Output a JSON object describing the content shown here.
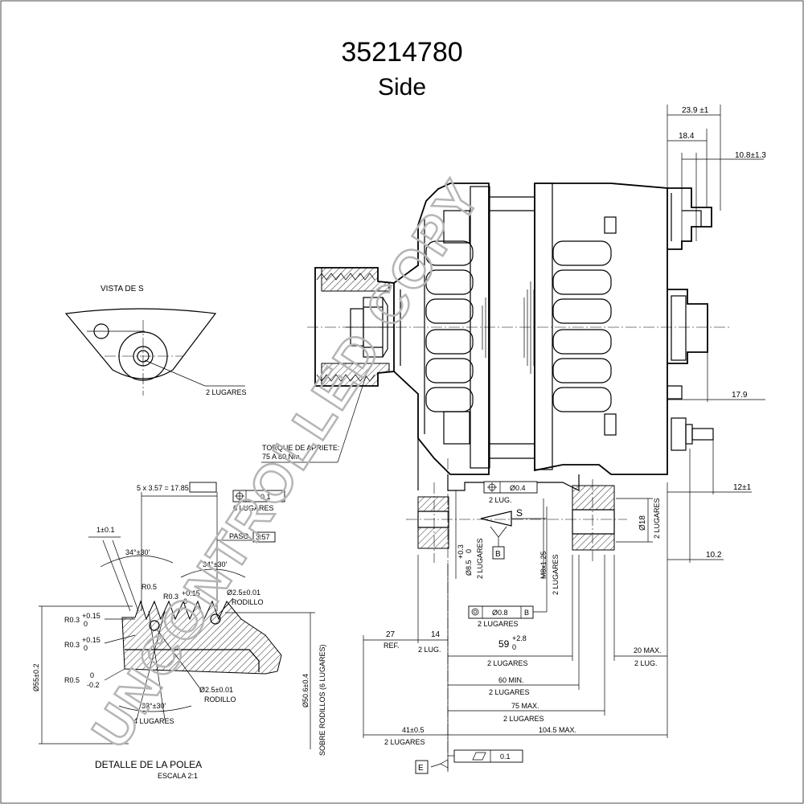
{
  "header": {
    "part_number": "35214780",
    "view_name": "Side"
  },
  "watermark": "UNCONTROLLED COPY",
  "vista": {
    "title": "VISTA DE S",
    "note": "2 LUGARES"
  },
  "torque": {
    "line1": "TORQUE DE APRIETE:",
    "line2": "75 A 80 Nm"
  },
  "top_dims": {
    "d1": "23.9 ±1",
    "d2": "18.4",
    "d3": "10.8±1.3",
    "d4": "17.9"
  },
  "right_dims": {
    "d12": "12±1",
    "d102": "10.2",
    "d18": "Ø18",
    "d18_note": "2 LUGARES"
  },
  "tolerances": {
    "pos_top": "Ø0.4",
    "pos_top_note": "2 LUG.",
    "pos_top_datum": "B",
    "datum_b": "B",
    "conc": "Ø0.8",
    "conc_note": "2 LUGARES",
    "conc_datum": "B",
    "flat": "0.1",
    "datum_e": "E",
    "view_s": "S"
  },
  "mid_dims": {
    "hole_main": "Ø8.5",
    "hole_tol_up": "+0.3",
    "hole_tol_lo": "0",
    "hole_note": "2 LUGARES",
    "thread": "M8x1.25",
    "thread_note": "2 LUGARES"
  },
  "bottom_dims": {
    "ref": "27",
    "ref_note": "REF.",
    "d14": "14",
    "d14_note": "2 LUG.",
    "d59": "59",
    "d59_up": "+2.8",
    "d59_lo": "0",
    "d59_note": "2 LUGARES",
    "d20": "20 MAX.",
    "d20_note": "2 LUG.",
    "d60": "60 MIN.",
    "d60_note": "2 LUGARES",
    "d75": "75 MAX.",
    "d75_note": "2 LUGARES",
    "d41": "41±0.5",
    "d41_note": "2 LUGARES",
    "d1045": "104.5 MAX."
  },
  "pulley": {
    "title": "DETALLE DE LA POLEA",
    "scale": "ESCALA 2:1",
    "pitch_count": "5 x 3.57 = 17.85",
    "pos_tol": "0.1",
    "pos_note": "6 LUGARES",
    "paso_label": "PASO",
    "paso_value": "3.57",
    "dim_1": "1±0.1",
    "angle_left": "34°±30'",
    "angle_right": "34°±30'",
    "r05": "R0.5",
    "r03_a": "R0.3",
    "r03_tol_up": "+0.15",
    "r03_tol_lo": "0",
    "r03_b": "R0.3",
    "r03_b_up": "+0.15",
    "r03_b_lo": "0",
    "r03_c": "R0.3",
    "r03_c_up": "+0.15",
    "r03_c_lo": "0",
    "r05_b": "R0.5",
    "r05_b_up": "0",
    "r05_b_lo": "-0.2",
    "roller_top": "Ø2.5±0.01",
    "roller_top_note": "RODILLO",
    "roller_bot": "Ø2.5±0.01",
    "roller_bot_note": "RODILLO",
    "angle_bot": "33°±30'",
    "angle_bot_note": "4 LUGARES",
    "dia_outer": "Ø55±0.2",
    "dia_roll": "Ø50.6±0.4",
    "dia_roll_note": "SOBRE RODILLOS (6 LUGARES)"
  }
}
